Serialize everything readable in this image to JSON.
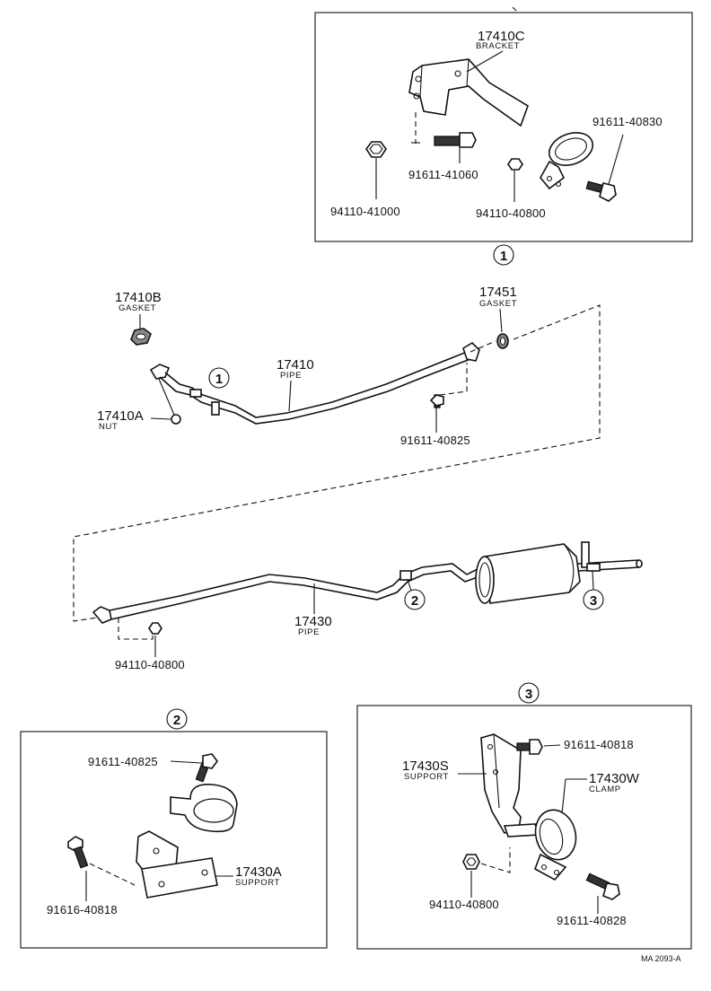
{
  "detail_1": {
    "callout": "1",
    "bracket_part": "17410C",
    "bracket_name": "BRACKET",
    "nut_left": "94110-41000",
    "bolt": "91611-41060",
    "nut_right": "94110-40800",
    "clamp_bolt": "91611-40830"
  },
  "main": {
    "gasket_front_part": "17410B",
    "gasket_front_name": "GASKET",
    "nut_part": "17410A",
    "nut_name": "NUT",
    "pipe_front_part": "17410",
    "pipe_front_name": "PIPE",
    "gasket_rear_part": "17451",
    "gasket_rear_name": "GASKET",
    "bolt_front": "91611-40825",
    "pipe_rear_part": "17430",
    "pipe_rear_name": "PIPE",
    "nut_rear": "94110-40800",
    "callout_1": "1",
    "callout_2": "2",
    "callout_3": "3"
  },
  "detail_2": {
    "callout": "2",
    "bolt_top": "91611-40825",
    "bolt_left": "91616-40818",
    "support_part": "17430A",
    "support_name": "SUPPORT"
  },
  "detail_3": {
    "callout": "3",
    "bolt_top": "91611-40818",
    "support_part": "17430S",
    "support_name": "SUPPORT",
    "clamp_part": "17430W",
    "clamp_name": "CLAMP",
    "nut": "94110-40800",
    "bolt_bottom": "91611-40828"
  },
  "figure_ref": "MA 2093-A"
}
